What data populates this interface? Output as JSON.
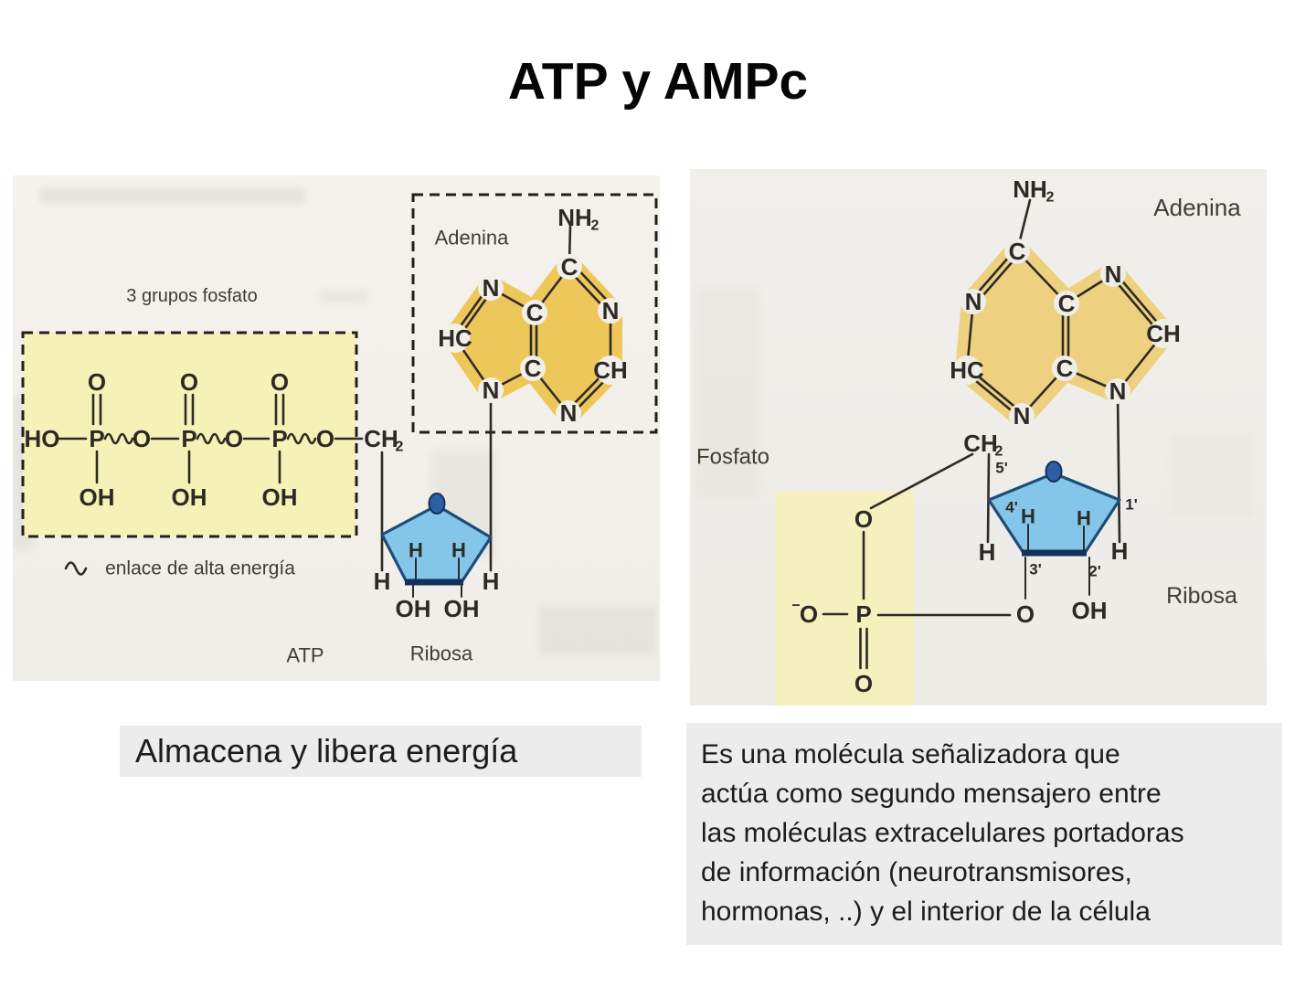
{
  "title": "ATP y AMPc",
  "symbols": {
    "P": "P",
    "O": "O",
    "HO": "HO",
    "OH": "OH",
    "H": "H",
    "N": "N",
    "C": "C",
    "HC": "HC",
    "CH": "CH",
    "NH": "NH",
    "sub2": "2",
    "minus": "−"
  },
  "atp_panel": {
    "phosphate_group_label": "3 grupos fosfato",
    "adenine_label": "Adenina",
    "high_energy_label": "enlace de alta energía",
    "molecule_label": "ATP",
    "sugar_label": "Ribosa"
  },
  "camp_panel": {
    "phosphate_label": "Fosfato",
    "adenine_label": "Adenina",
    "sugar_label": "Ribosa",
    "positions": {
      "p5": "5'",
      "p4": "4'",
      "p3": "3'",
      "p2": "2'",
      "p1": "1'"
    }
  },
  "captions": {
    "atp": "Almacena y libera energía",
    "camp_lines": [
      "Es una molécula señalizadora que",
      "actúa como segundo mensajero entre",
      "las moléculas extracelulares portadoras",
      "de información (neurotransmisores,",
      "hormonas, ..) y el interior de la célula"
    ]
  }
}
